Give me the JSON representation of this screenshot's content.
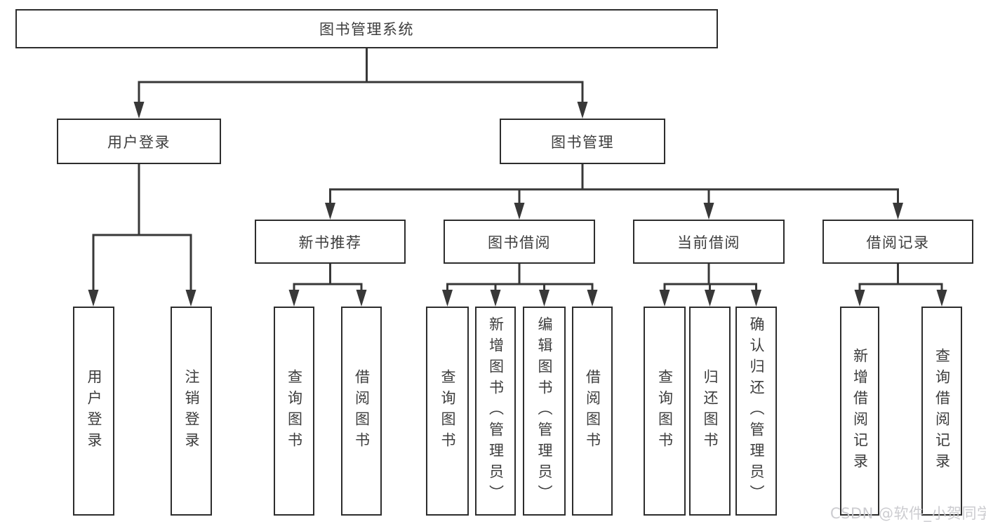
{
  "diagram": {
    "root": {
      "label": "图书管理系统"
    },
    "branches": [
      {
        "label": "用户登录",
        "children": [
          {
            "label": "用户登录"
          },
          {
            "label": "注销登录"
          }
        ]
      },
      {
        "label": "图书管理",
        "sections": [
          {
            "label": "新书推荐",
            "children": [
              {
                "label": "查询图书"
              },
              {
                "label": "借阅图书"
              }
            ]
          },
          {
            "label": "图书借阅",
            "children": [
              {
                "label": "查询图书"
              },
              {
                "label": "新增图书（管理员）"
              },
              {
                "label": "编辑图书（管理员）"
              },
              {
                "label": "借阅图书"
              }
            ]
          },
          {
            "label": "当前借阅",
            "children": [
              {
                "label": "查询图书"
              },
              {
                "label": "归还图书"
              },
              {
                "label": "确认归还（管理员）"
              }
            ]
          },
          {
            "label": "借阅记录",
            "children": [
              {
                "label": "新增借阅记录"
              },
              {
                "label": "查询借阅记录"
              }
            ]
          }
        ]
      }
    ]
  },
  "watermark": {
    "text": "CSDN @软件_小贺同学"
  },
  "colors": {
    "line": "#383838",
    "box_border": "#2d2d2d",
    "text": "#3d3d3d",
    "watermark": "#c9c9cd",
    "background": "#ffffff"
  }
}
